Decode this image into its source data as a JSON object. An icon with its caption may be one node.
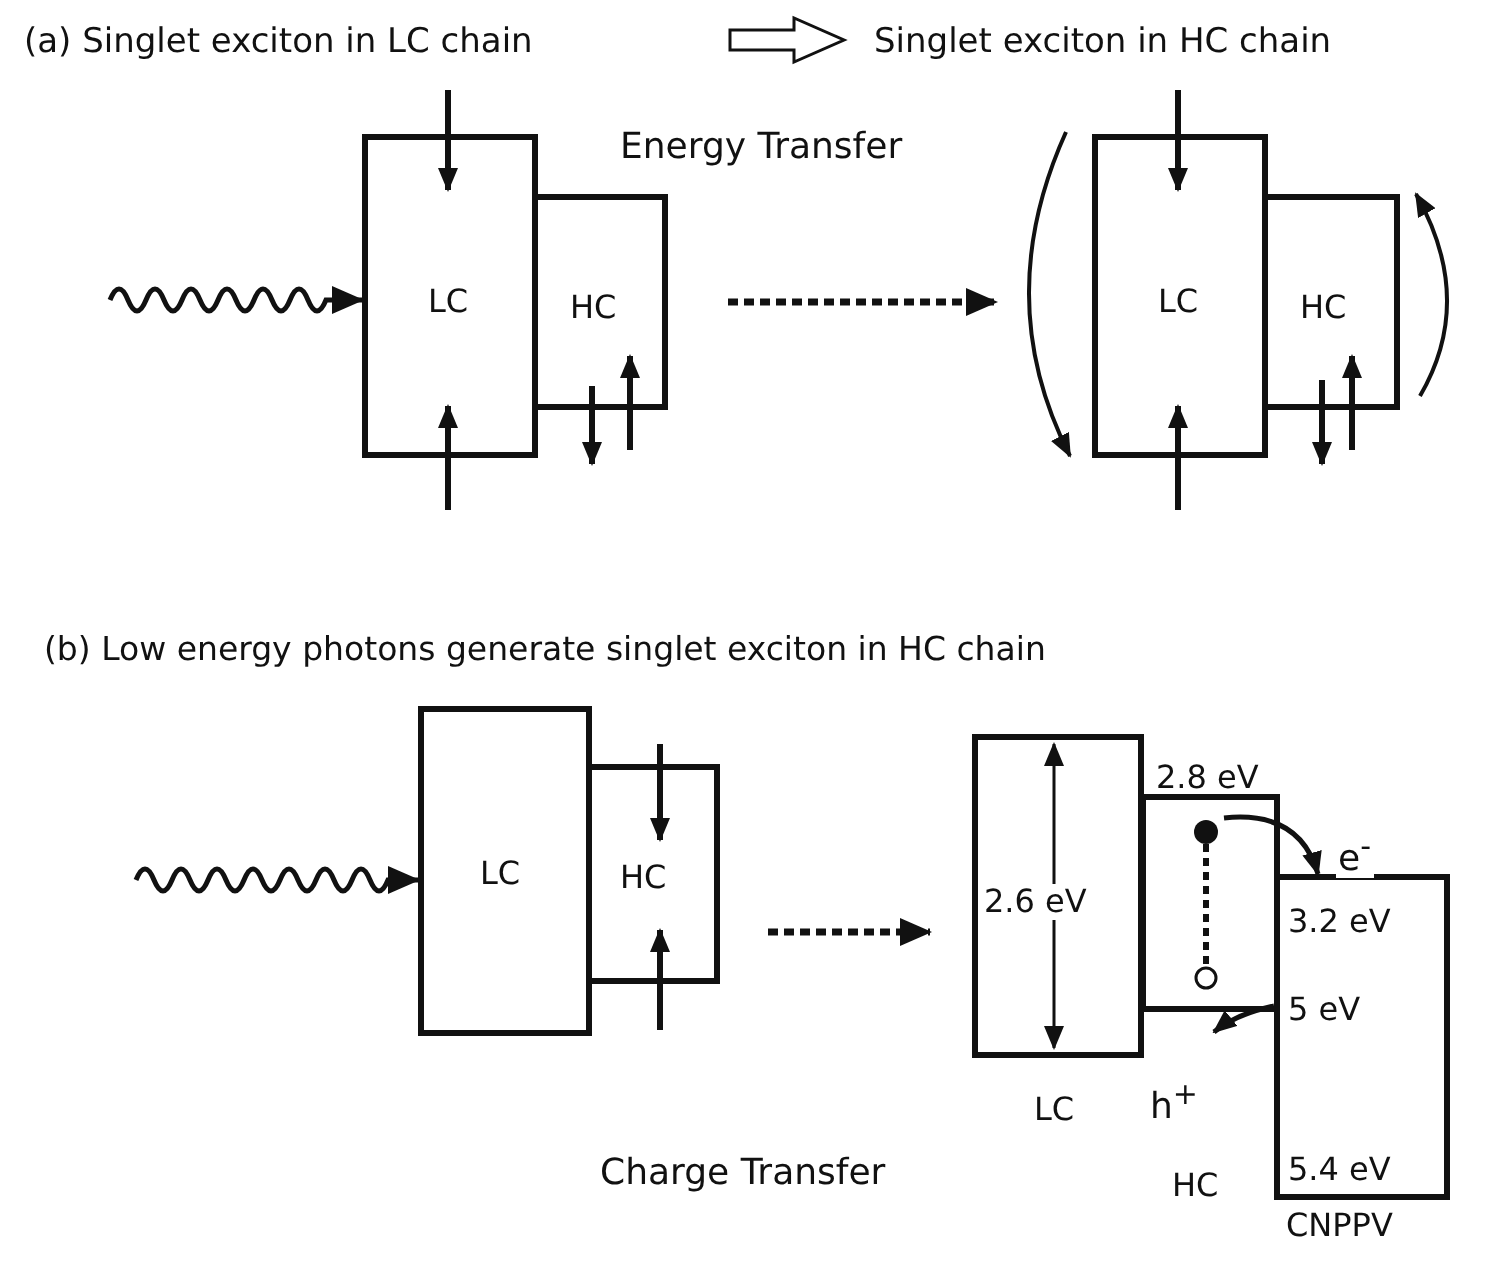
{
  "diagram": {
    "nodes": [
      {
        "text": [
          "LC"
        ]
      },
      {
        "text": [
          "HC"
        ]
      },
      {
        "text": [
          "LC"
        ]
      },
      {
        "text": [
          "HC"
        ]
      },
      {
        "text": [
          "LC"
        ]
      },
      {
        "text": [
          "HC"
        ]
      },
      {
        "text": [
          "2.6 eV"
        ],
        "beside": [
          "LC"
        ]
      },
      {
        "text": [],
        "shape": "box",
        "beside": [
          "2.8 eV"
        ]
      },
      {
        "text": [
          "3.2 eV",
          "5 eV",
          "5.4 eV"
        ],
        "beside": [
          "CNPPV"
        ]
      }
    ],
    "edges": [
      {
        "from": null,
        "to": 0,
        "arrow": "to"
      },
      {
        "from": 1,
        "to": 2,
        "arrow": "to",
        "style": "dashed"
      },
      {
        "from": null,
        "to": 4,
        "arrow": "to"
      },
      {
        "from": 5,
        "to": 6,
        "arrow": "to",
        "style": "dashed"
      },
      {
        "from": 7,
        "to": 8,
        "arrow": "to",
        "label": "e$^{-}$"
      },
      {
        "from": 8,
        "to": 7,
        "arrow": "to",
        "label": "h$^{+}$"
      }
    ],
    "labels": [
      "(a) Singlet exciton in LC chain",
      "Singlet exciton in HC chain",
      "Energy Transfer",
      "(b) Low energy photons generate singlet exciton in HC chain",
      "Charge Transfer",
      "HC"
    ]
  }
}
